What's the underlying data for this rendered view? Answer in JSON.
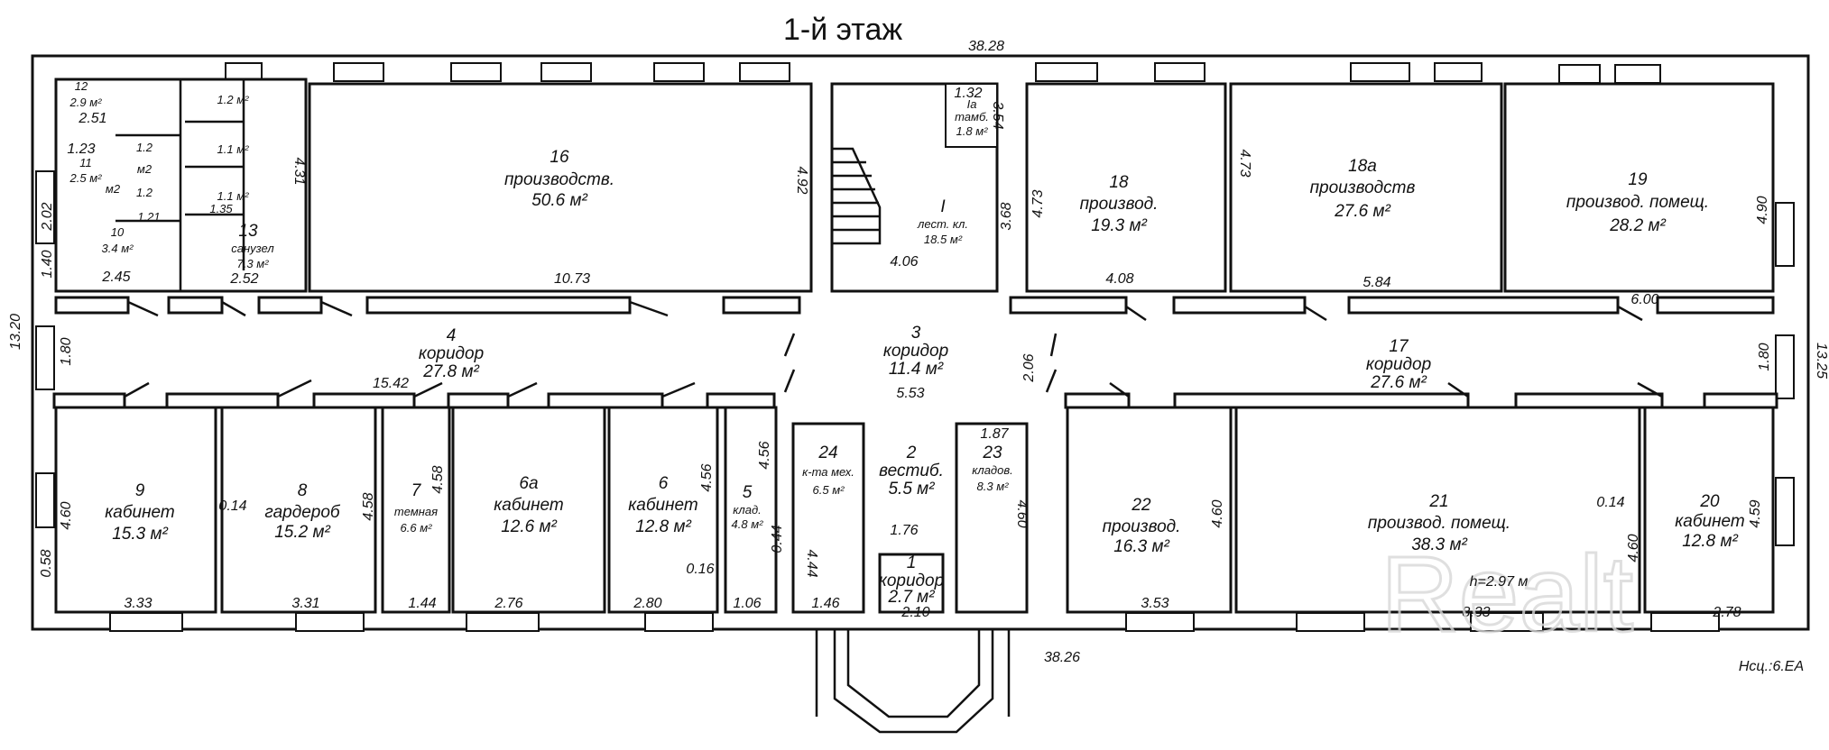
{
  "title": "1-й этаж",
  "rooms": [
    {
      "number": "1",
      "name": "коридор",
      "area": "2.7 м²"
    },
    {
      "number": "2",
      "name": "вестиб.",
      "area": "5.5 м²"
    },
    {
      "number": "3",
      "name": "коридор",
      "area": "11.4 м²"
    },
    {
      "number": "4",
      "name": "коридор",
      "area": "27.8 м²"
    },
    {
      "number": "5",
      "name": "клад.",
      "area": "4.8 м²"
    },
    {
      "number": "6",
      "name": "кабинет",
      "area": "12.8 м²"
    },
    {
      "number": "6а",
      "name": "кабинет",
      "area": "12.6 м²"
    },
    {
      "number": "7",
      "name": "темная",
      "area": "6.6 м²"
    },
    {
      "number": "8",
      "name": "гардероб",
      "area": "15.2 м²"
    },
    {
      "number": "9",
      "name": "кабинет",
      "area": "15.3 м²"
    },
    {
      "number": "10",
      "name": "",
      "area": "3.4 м²"
    },
    {
      "number": "11",
      "name": "",
      "area": "2.5 м²"
    },
    {
      "number": "12",
      "name": "",
      "area": "2.9 м²"
    },
    {
      "number": "13",
      "name": "санузел",
      "area": "7.3 м²"
    },
    {
      "number": "16",
      "name": "производств.",
      "area": "50.6 м²"
    },
    {
      "number": "I",
      "name": "лест. кл.",
      "area": "18.5 м²"
    },
    {
      "number": "Iа",
      "name": "тамб.",
      "area": "1.8 м²"
    },
    {
      "number": "18",
      "name": "производ.",
      "area": "19.3 м²"
    },
    {
      "number": "18а",
      "name": "производств",
      "area": "27.6 м²"
    },
    {
      "number": "19",
      "name": "производ. помещ.",
      "area": "28.2 м²"
    },
    {
      "number": "17",
      "name": "коридор",
      "area": "27.6 м²"
    },
    {
      "number": "20",
      "name": "кабинет",
      "area": "12.8 м²"
    },
    {
      "number": "21",
      "name": "производ. помещ.",
      "area": "38.3 м²"
    },
    {
      "number": "22",
      "name": "производ.",
      "area": "16.3 м²"
    },
    {
      "number": "23",
      "name": "кладов.",
      "area": "8.3 м²"
    },
    {
      "number": "24",
      "name": "к-та мех.",
      "area": "6.5 м²"
    }
  ],
  "small_labels": [
    "1.2",
    "1.2",
    "1.2 м²",
    "1.1 м²",
    "1.1 м²",
    "м2",
    "м2",
    "1.35",
    "1.21"
  ],
  "dimensions": [
    "38.28",
    "38.26",
    "13.20",
    "13.25",
    "10.73",
    "4.92",
    "4.31",
    "2.51",
    "1.23",
    "2.02",
    "1.40",
    "2.45",
    "2.52",
    "4.06",
    "3.68",
    "1.32",
    "3.54",
    "4.73",
    "4.73",
    "4.08",
    "5.84",
    "6.00",
    "4.90",
    "1.80",
    "1.80",
    "15.42",
    "5.53",
    "2.06",
    "1.87",
    "4.60",
    "0.58",
    "0.14",
    "4.58",
    "4.58",
    "4.56",
    "4.56",
    "0.44",
    "4.44",
    "0.16",
    "1.76",
    "2.10",
    "4.60",
    "4.60",
    "0.14",
    "4.60",
    "4.59",
    "3.33",
    "3.31",
    "1.44",
    "2.76",
    "2.80",
    "1.06",
    "1.46",
    "3.53",
    "8.33",
    "2.78"
  ],
  "notes": {
    "ceiling_height": "h=2.97 м",
    "inventory": "Нсц.:6.ЕА"
  },
  "watermark": "Realt"
}
